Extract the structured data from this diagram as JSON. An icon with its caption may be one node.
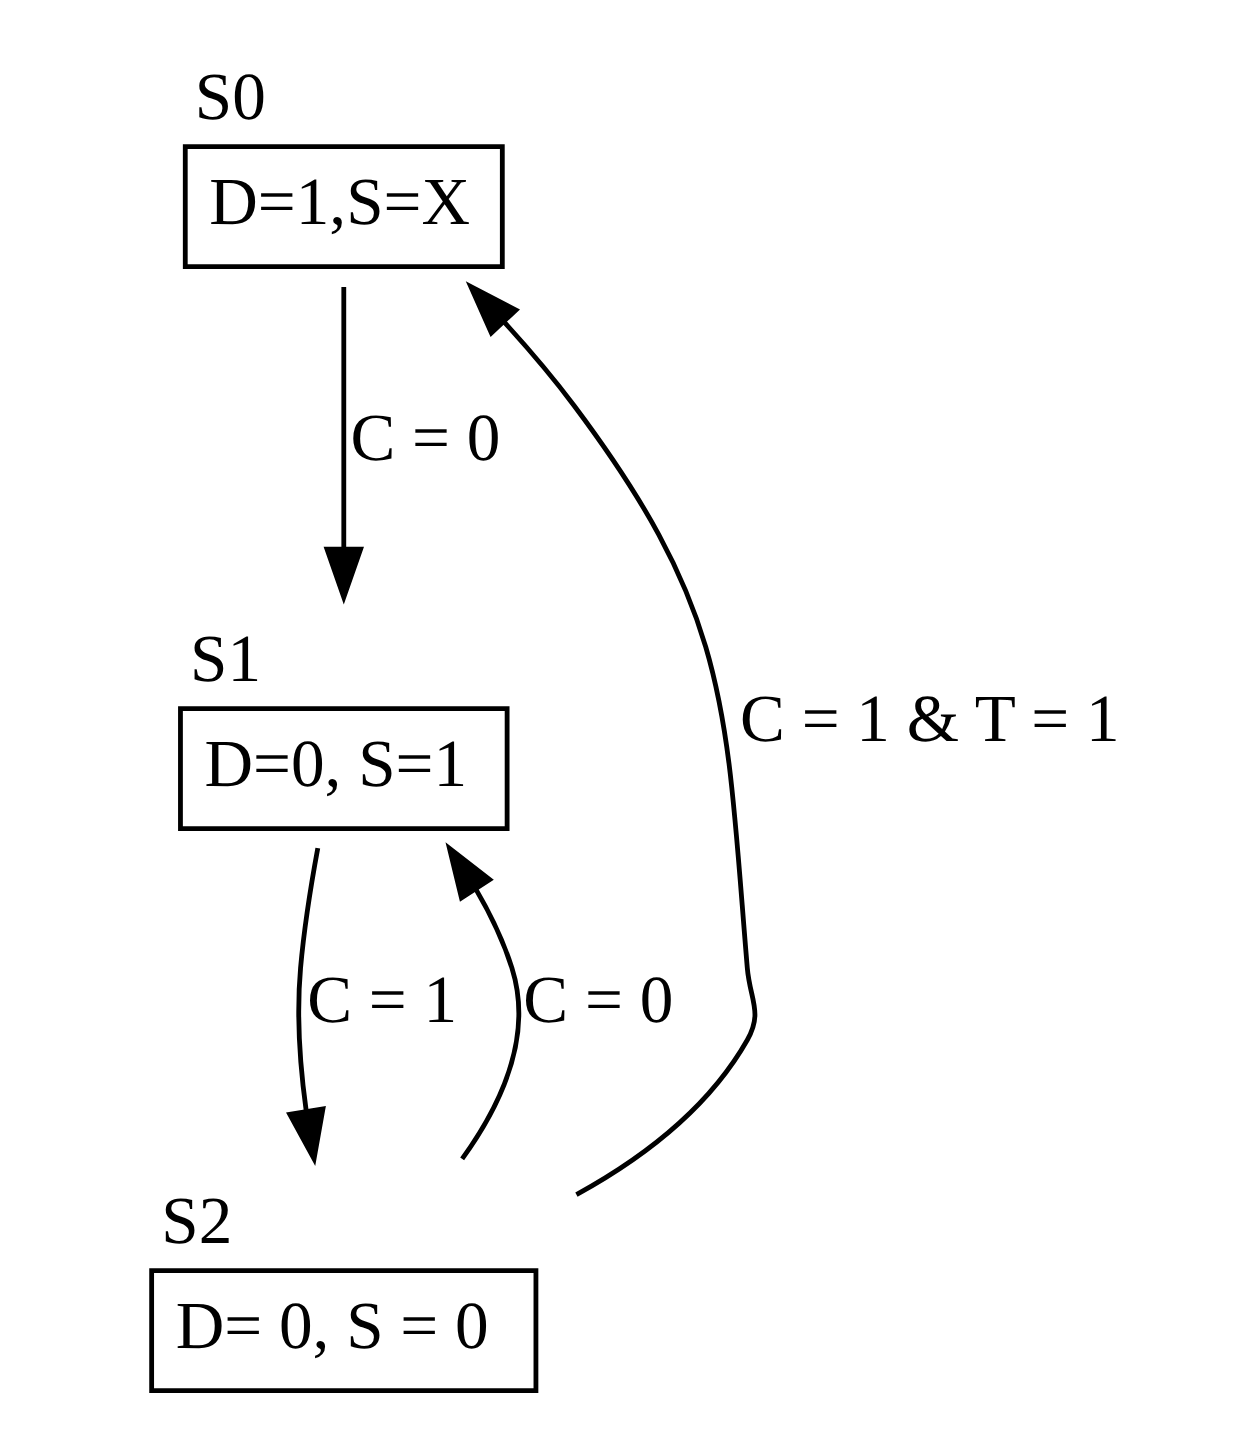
{
  "diagram": {
    "nodes": [
      {
        "text": [
          "S0",
          "D=1,S=X"
        ]
      },
      {
        "text": [
          "S1",
          "D=0, S=1"
        ]
      },
      {
        "text": [
          "S2",
          "D= 0, S = 0"
        ]
      }
    ],
    "edges": [
      {
        "from": 0,
        "to": 1,
        "arrow": "to",
        "label": "C = 0"
      },
      {
        "from": 1,
        "to": 2,
        "arrow": "to",
        "label": "C = 1"
      },
      {
        "from": 2,
        "to": 1,
        "arrow": "to",
        "label": "C = 0"
      },
      {
        "from": 2,
        "to": 0,
        "arrow": "to",
        "label": "C = 1 & T = 1"
      }
    ]
  }
}
